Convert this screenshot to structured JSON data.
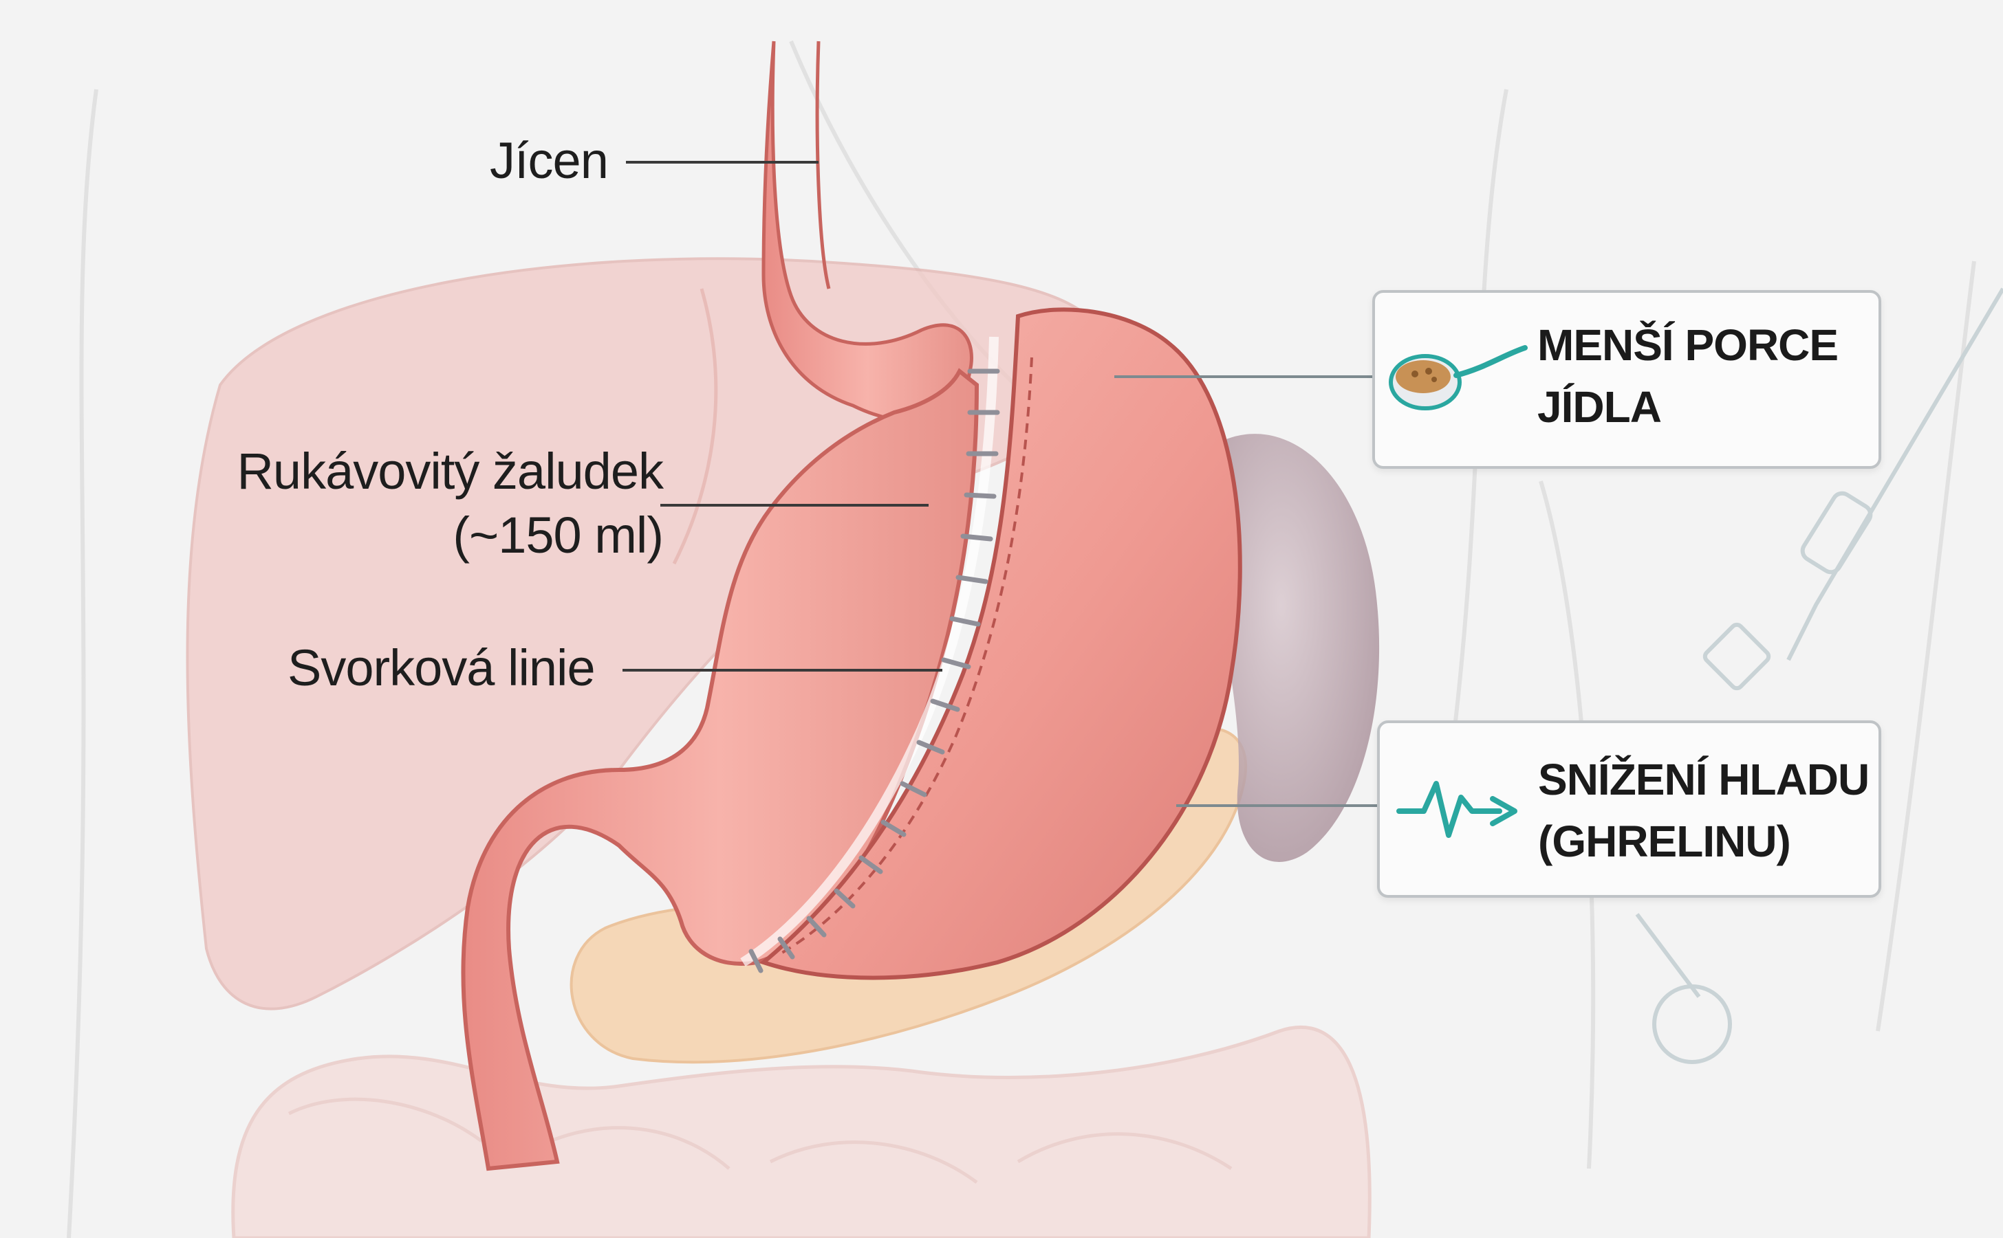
{
  "labels": {
    "esophagus": "Jícen",
    "sleeve_line1": "Rukávovitý žaludek",
    "sleeve_line2": "(~150 ml)",
    "staple_line": "Svorková linie"
  },
  "callouts": {
    "smaller_portions": {
      "line1": "MENŠÍ PORCE",
      "line2": "JÍDLA",
      "icon": "spoon-with-food-icon"
    },
    "reduced_hunger": {
      "line1": "SNÍŽENÍ HLADU",
      "line2": "(GHRELINU)",
      "icon": "heartbeat-arrow-icon"
    }
  },
  "colors": {
    "stomach": "#f2a49c",
    "stomach_dark": "#c8645e",
    "liver": "#f1c9c6",
    "pancreas": "#f6d3ad",
    "spleen": "#b7a1aa",
    "intestine": "#f4d9d6",
    "accent_teal": "#2aa7a0",
    "leader_line": "#3a3a3a",
    "box_border": "#bfc3c6"
  }
}
